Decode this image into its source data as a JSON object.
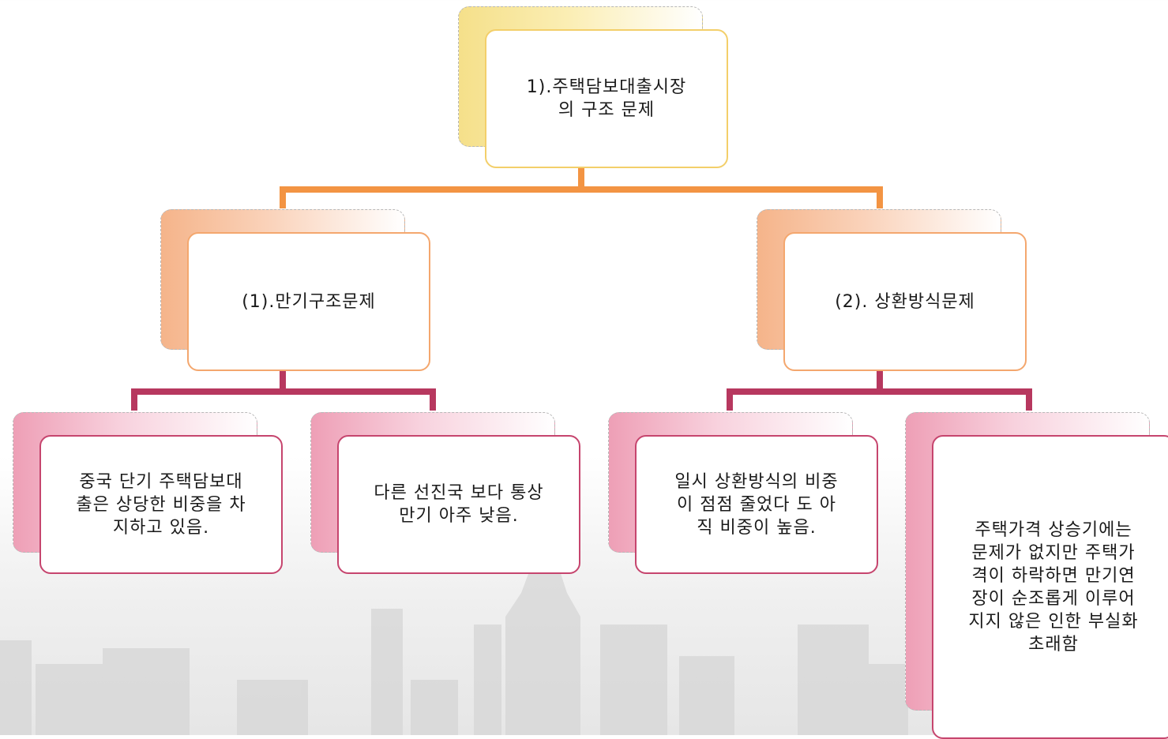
{
  "nodes": {
    "root": "1).주택담보대출시장\n의 구조 문제",
    "maturity": "(1).만기구조문제",
    "repayment": "(2).  상환방식문제",
    "maturity_detail_1": "중국 단기 주택담보대\n출은 상당한 비중을 차\n지하고 있음.",
    "maturity_detail_2": "다른 선진국 보다 통상\n만기 아주 낮음.",
    "repayment_detail_1": "일시 상환방식의 비중\n이 점점 줄었다 도 아\n직 비중이 높음.",
    "repayment_detail_2": "주택가격 상승기에는\n문제가 없지만 주택가\n격이 하락하면 만기연\n장이 순조롭게 이루어\n지지 않은 인한 부실화\n초래함"
  },
  "colors": {
    "root_accent": "#f3cf6a",
    "level2_accent": "#f4a76e",
    "level3_accent": "#c6456e",
    "connector_top": "#f39443",
    "connector_bottom": "#b7385f"
  }
}
